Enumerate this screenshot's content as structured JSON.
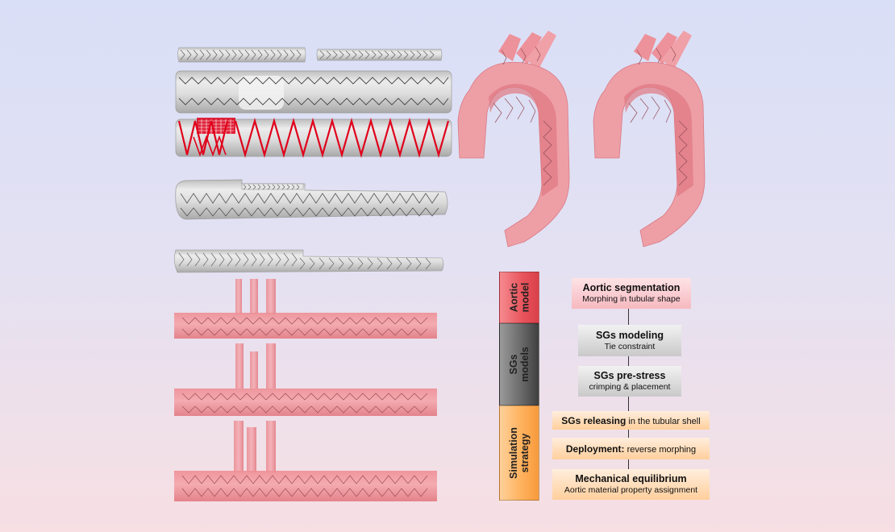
{
  "flowchart": {
    "categories": [
      {
        "label": "Aortic\nmodel",
        "color": "#e8535b"
      },
      {
        "label": "SGs\nmodels",
        "color": "#6a6a6a"
      },
      {
        "label": "Simulation\nstrategy",
        "color": "#ffb25e"
      }
    ],
    "steps": [
      {
        "title": "Aortic segmentation",
        "subtitle": "Morphing in tubular shape"
      },
      {
        "title": "SGs modeling",
        "subtitle": "Tie constraint"
      },
      {
        "title": "SGs pre-stress",
        "subtitle": "crimping & placement"
      },
      {
        "title": "SGs releasing",
        "subtitle": "in the tubular shell"
      },
      {
        "title": "Deployment:",
        "subtitle": "reverse morphing"
      },
      {
        "title": "Mechanical equilibrium",
        "subtitle": "Aortic material property assignment"
      }
    ]
  },
  "colors": {
    "stent_grey": "#d4d4d4",
    "stent_wire": "#555555",
    "wire_highlight": "#e0001a",
    "aorta_pink": "#f08a90"
  }
}
